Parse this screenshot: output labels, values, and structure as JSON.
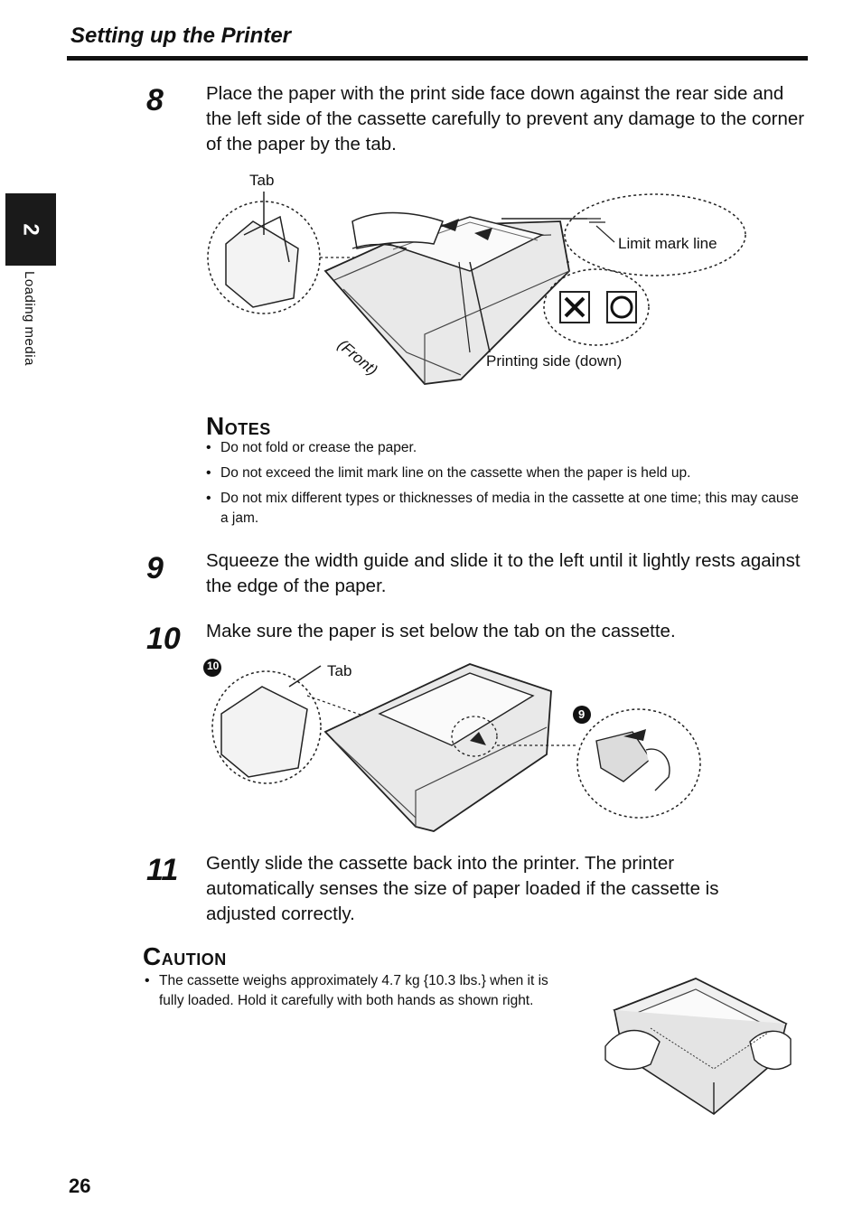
{
  "header": {
    "title": "Setting up the Printer"
  },
  "side_tab": {
    "number": "2",
    "label": "Loading media"
  },
  "steps": {
    "s8": {
      "num": "8",
      "text": "Place the paper with the print side face down against the rear side and the left side of the cassette carefully to prevent any damage to the corner of the paper by the tab."
    },
    "s9": {
      "num": "9",
      "text": "Squeeze the width guide and slide it to the left until it lightly rests against the edge of the paper."
    },
    "s10": {
      "num": "10",
      "text": "Make sure the paper is set below the tab on the cassette."
    },
    "s11": {
      "num": "11",
      "text": "Gently slide the cassette back into the printer. The printer automatically senses the size of paper loaded if the cassette is adjusted correctly."
    }
  },
  "figure1": {
    "tab_label": "Tab",
    "limit_label": "Limit mark line",
    "printing_side_label": "Printing side (down)",
    "front_label": "(Front)"
  },
  "notes": {
    "heading_first": "N",
    "heading_rest": "OTES",
    "items": [
      "Do not fold or crease the paper.",
      "Do not exceed the limit mark line on the cassette when the paper is held up.",
      "Do not mix different types or thicknesses of media in the cassette at one time; this may cause a jam."
    ]
  },
  "figure2": {
    "callout_10": "10",
    "tab_label": "Tab",
    "callout_9": "9"
  },
  "caution": {
    "heading_first": "C",
    "heading_rest": "AUTION",
    "text": "The cassette weighs approximately 4.7 kg {10.3 lbs.} when it is fully loaded. Hold it carefully with both hands as shown right."
  },
  "footer": {
    "page_number": "26"
  }
}
